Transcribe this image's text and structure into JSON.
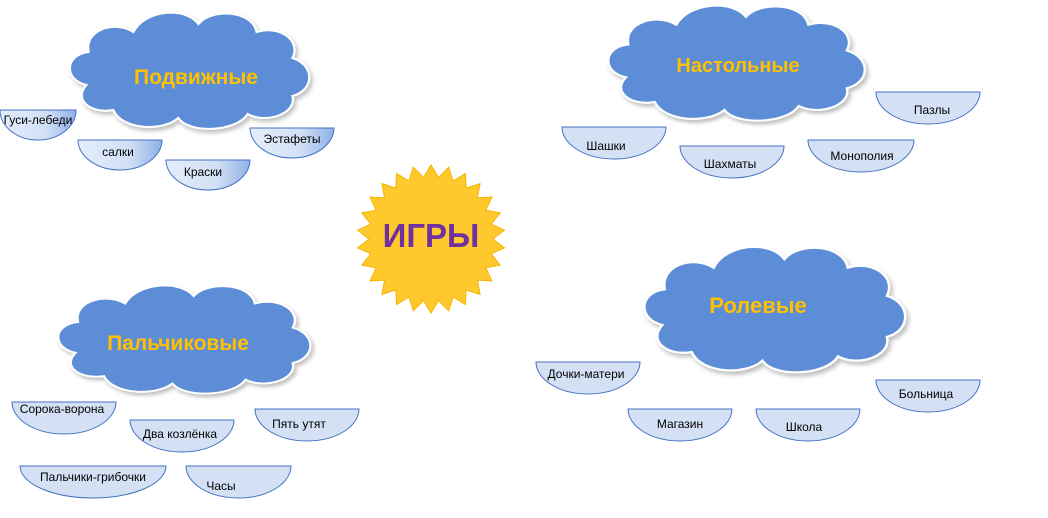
{
  "center": {
    "label": "ИГРЫ"
  },
  "colors": {
    "cloud_fill": "#5B8DD6",
    "cloud_label": "#FFC000",
    "sun_fill": "#FFC92E",
    "center_label": "#7030A0",
    "bowl_fill": "#D4E1F5",
    "bowl_stroke": "#4472C4"
  },
  "groups": [
    {
      "label": "Подвижные",
      "items": [
        "Гуси-лебеди",
        "салки",
        "Краски",
        "Эстафеты"
      ]
    },
    {
      "label": "Настольные",
      "items": [
        "Шашки",
        "Шахматы",
        "Монополия",
        "Пазлы"
      ]
    },
    {
      "label": "Пальчиковые",
      "items": [
        "Сорока-ворона",
        "Два козлёнка",
        "Пять утят",
        "Пальчики-грибочки",
        "Часы"
      ]
    },
    {
      "label": "Ролевые",
      "items": [
        "Дочки-матери",
        "Магазин",
        "Школа",
        "Больница"
      ]
    }
  ]
}
